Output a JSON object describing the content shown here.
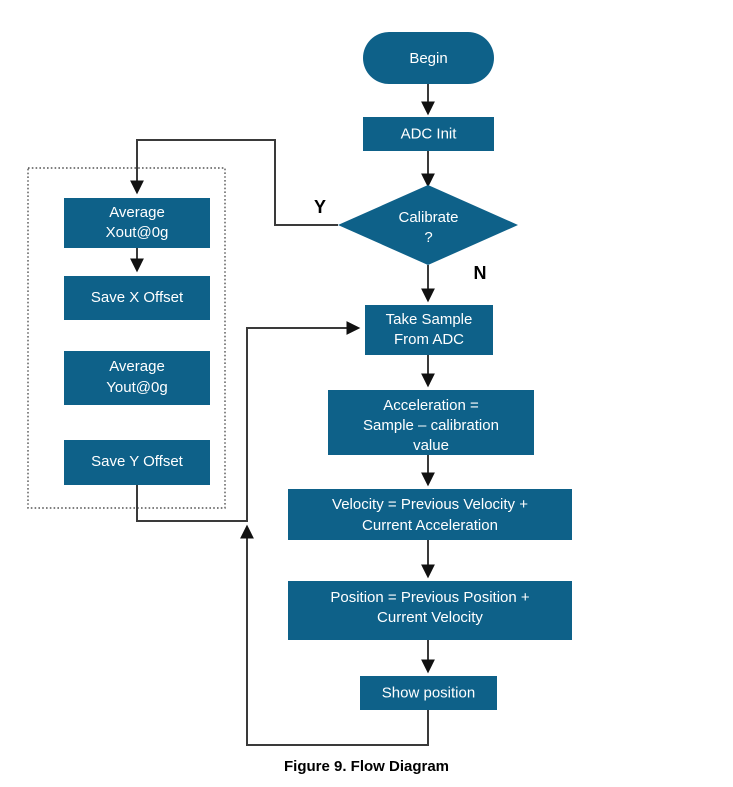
{
  "figure": {
    "caption": "Figure 9.  Flow Diagram",
    "fill_color": "#0e6189",
    "text_color": "#ffffff",
    "line_color": "#3a3a3a",
    "background": "#ffffff"
  },
  "nodes": {
    "begin": {
      "label": "Begin",
      "shape": "terminator"
    },
    "adc_init": {
      "label": "ADC Init",
      "shape": "process"
    },
    "calibrate": {
      "label_line1": "Calibrate",
      "label_line2": "?",
      "shape": "decision"
    },
    "average_xout": {
      "label_line1": "Average",
      "label_line2": "Xout@0g",
      "shape": "process"
    },
    "save_x_offset": {
      "label": "Save X Offset",
      "shape": "process"
    },
    "average_yout": {
      "label_line1": "Average",
      "label_line2": "Yout@0g",
      "shape": "process"
    },
    "save_y_offset": {
      "label": "Save Y Offset",
      "shape": "process"
    },
    "take_sample": {
      "label_line1": "Take Sample",
      "label_line2": "From ADC",
      "shape": "process"
    },
    "acceleration": {
      "label_line1": "Acceleration =",
      "label_line2": "Sample – calibration",
      "label_line3": "value",
      "shape": "process"
    },
    "velocity": {
      "label_line1": "Velocity = Previous Velocity +",
      "label_line2": "Current Acceleration",
      "shape": "process"
    },
    "position": {
      "label_line1": "Position = Previous Position +",
      "label_line2": "Current Velocity",
      "shape": "process"
    },
    "show_position": {
      "label": "Show position",
      "shape": "process"
    }
  },
  "branch_labels": {
    "yes": "Y",
    "no": "N"
  },
  "chart_data": {
    "type": "diagram",
    "title": "Figure 9.  Flow Diagram",
    "diagram_kind": "flowchart",
    "nodes": [
      {
        "id": "begin",
        "text": "Begin",
        "shape": "terminator"
      },
      {
        "id": "adc_init",
        "text": "ADC Init",
        "shape": "process"
      },
      {
        "id": "calibrate",
        "text": "Calibrate ?",
        "shape": "decision"
      },
      {
        "id": "average_xout",
        "text": "Average Xout@0g",
        "shape": "process"
      },
      {
        "id": "save_x_offset",
        "text": "Save X Offset",
        "shape": "process"
      },
      {
        "id": "average_yout",
        "text": "Average Yout@0g",
        "shape": "process"
      },
      {
        "id": "save_y_offset",
        "text": "Save Y Offset",
        "shape": "process"
      },
      {
        "id": "take_sample",
        "text": "Take Sample From ADC",
        "shape": "process"
      },
      {
        "id": "acceleration",
        "text": "Acceleration = Sample – calibration value",
        "shape": "process"
      },
      {
        "id": "velocity",
        "text": "Velocity = Previous Velocity + Current Acceleration",
        "shape": "process"
      },
      {
        "id": "position",
        "text": "Position = Previous Position + Current Velocity",
        "shape": "process"
      },
      {
        "id": "show_position",
        "text": "Show position",
        "shape": "process"
      }
    ],
    "edges": [
      {
        "from": "begin",
        "to": "adc_init",
        "label": ""
      },
      {
        "from": "adc_init",
        "to": "calibrate",
        "label": ""
      },
      {
        "from": "calibrate",
        "to": "average_xout",
        "label": "Y"
      },
      {
        "from": "calibrate",
        "to": "take_sample",
        "label": "N"
      },
      {
        "from": "average_xout",
        "to": "save_x_offset",
        "label": ""
      },
      {
        "from": "save_x_offset",
        "to": "average_yout",
        "label": ""
      },
      {
        "from": "average_yout",
        "to": "save_y_offset",
        "label": ""
      },
      {
        "from": "save_y_offset",
        "to": "take_sample",
        "label": ""
      },
      {
        "from": "take_sample",
        "to": "acceleration",
        "label": ""
      },
      {
        "from": "acceleration",
        "to": "velocity",
        "label": ""
      },
      {
        "from": "velocity",
        "to": "position",
        "label": ""
      },
      {
        "from": "position",
        "to": "show_position",
        "label": ""
      },
      {
        "from": "show_position",
        "to": "take_sample",
        "label": ""
      }
    ],
    "groups": [
      {
        "id": "calibration-group",
        "style": "dotted",
        "members": [
          "average_xout",
          "save_x_offset",
          "average_yout",
          "save_y_offset"
        ]
      }
    ]
  }
}
